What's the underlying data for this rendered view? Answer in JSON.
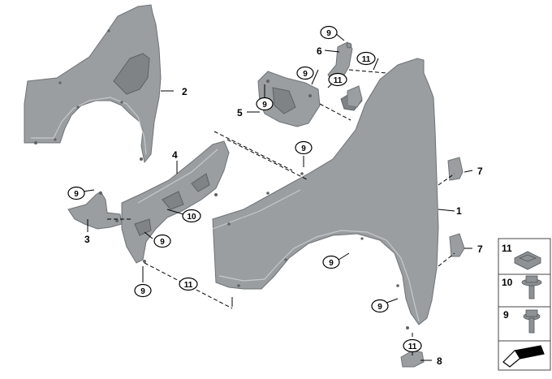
{
  "labels": {
    "part_1": "1",
    "part_2": "2",
    "part_3": "3",
    "part_4": "4",
    "part_5": "5",
    "part_6": "6",
    "part_7a": "7",
    "part_7b": "7",
    "part_8": "8"
  },
  "callouts": {
    "c9_top": "9",
    "c9_bracket5": "9",
    "c9_mid_a": "9",
    "c9_mid_b": "9",
    "c9_left": "9",
    "c9_bottom_left": "9",
    "c9_fender": "9",
    "c9_lower": "9",
    "c11_top": "11",
    "c11_bracket": "11",
    "c11_bottom": "11",
    "c11_base": "11",
    "c10_mid": "10"
  },
  "legend": {
    "items": [
      {
        "num": "11",
        "icon": "clip-nut-icon"
      },
      {
        "num": "10",
        "icon": "flange-screw-icon"
      },
      {
        "num": "9",
        "icon": "hex-screw-icon"
      }
    ],
    "symbol": "arrow-symbol-icon"
  },
  "colors": {
    "part_fill": "#9a9ea1",
    "part_stroke": "#6f7376",
    "line": "#000000"
  }
}
